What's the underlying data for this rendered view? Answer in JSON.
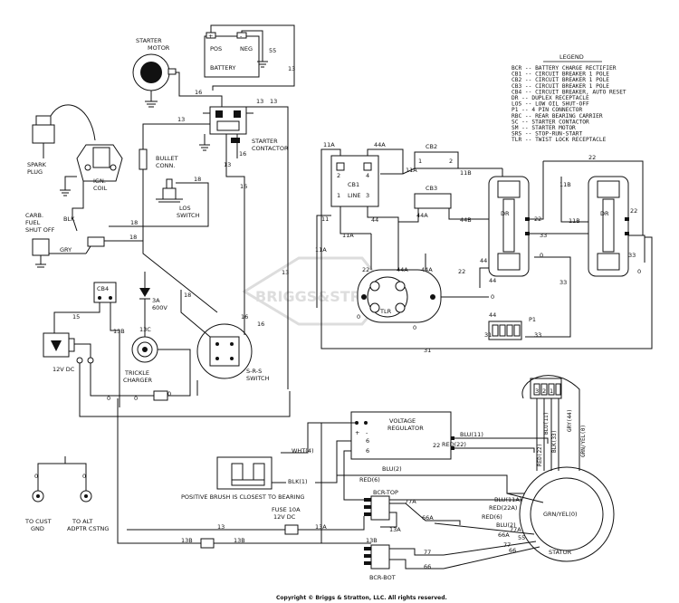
{
  "legend": {
    "title": "LEGEND",
    "entries": [
      "BCR -- BATTERY CHARGE RECTIFIER",
      "CB1 -- CIRCUIT BREAKER 1 POLE",
      "CB2 -- CIRCUIT BREAKER 1 POLE",
      "CB3 -- CIRCUIT BREAKER 1 POLE",
      "CB4 -- CIRCUIT BREAKER, AUTO RESET",
      "DR -- DUPLEX RECEPTACLE",
      "LOS -- LOW OIL SHUT-OFF",
      "P1 -- 4 PIN CONNECTOR",
      "RBC -- REAR BEARING CARRIER",
      "SC -- STARTER CONTACTOR",
      "SM -- STARTER MOTOR",
      "SRS -- STOP-RUN-START",
      "TLR -- TWIST LOCK RECEPTACLE"
    ]
  },
  "components": {
    "starter_motor": "STARTER\nMOTOR",
    "battery": "BATTERY",
    "battery_pos": "POS",
    "battery_neg": "NEG",
    "starter_contactor": "STARTER\nCONTACTOR",
    "spark_plug": "SPARK\nPLUG",
    "ign_coil": "IGN.\nCOIL",
    "bullet_conn": "BULLET\nCONN.",
    "los_switch": "LOS\nSWITCH",
    "carb_fuel_shutoff": "CARB.\nFUEL\nSHUT OFF",
    "cb4": "CB4",
    "diode": "3A\n600V",
    "trickle_charger": "TRICKLE\nCHARGER",
    "srs_switch": "S-R-S\nSWITCH",
    "dc_12v": "12V DC",
    "cb1": "CB1",
    "cb1_line": "LINE",
    "cb2": "CB2",
    "cb3": "CB3",
    "dr": "DR",
    "tlr": "TLR",
    "p1": "P1",
    "voltage_regulator": "VOLTAGE\nREGULATOR",
    "positive_brush": "POSITIVE BRUSH IS CLOSEST TO BEARING",
    "bcr_top": "BCR-TOP",
    "bcr_bot": "BCR-BOT",
    "fuse": "FUSE 10A\n12V DC",
    "stator": "STATOR",
    "to_cust_gnd": "TO CUST\nGND",
    "to_alt_adptr": "TO ALT\nADPTR CSTNG",
    "watermark": "BRIGGS&STRATTON"
  },
  "wire_labels": {
    "w13": "13",
    "w16": "16",
    "w18": "18",
    "w55": "55",
    "w11": "11",
    "w11A": "11A",
    "w11B": "11B",
    "w13A": "13A",
    "w13B": "13B",
    "w13C": "13C",
    "w15": "15",
    "w22": "22",
    "w33": "33",
    "w44": "44",
    "w44A": "44A",
    "w44B": "44B",
    "w31": "31",
    "w66": "66",
    "w66A": "66A",
    "w77": "77",
    "w77A": "77A",
    "w0": "0",
    "w6": "6",
    "blk": "BLK",
    "gry": "GRY",
    "wht4": "WHT(4)",
    "blk1": "BLK(1)",
    "red6": "RED(6)",
    "blu2": "BLU(2)",
    "red22": "RED(22)",
    "blu11": "BLU(11)",
    "blu11A": "BLU(11A)",
    "red22A": "RED(22A)",
    "grnyel": "GRN/YEL(0)",
    "red22v": "RED(22)",
    "blu11v": "BLU(11)",
    "blu33v": "BLK(33)",
    "gry44v": "GRY(44)",
    "grnyel0v": "GRN/YEL(0)",
    "blu2b": "BLU(2)"
  },
  "copyright": "Copyright © Briggs & Stratton, LLC. All rights reserved."
}
